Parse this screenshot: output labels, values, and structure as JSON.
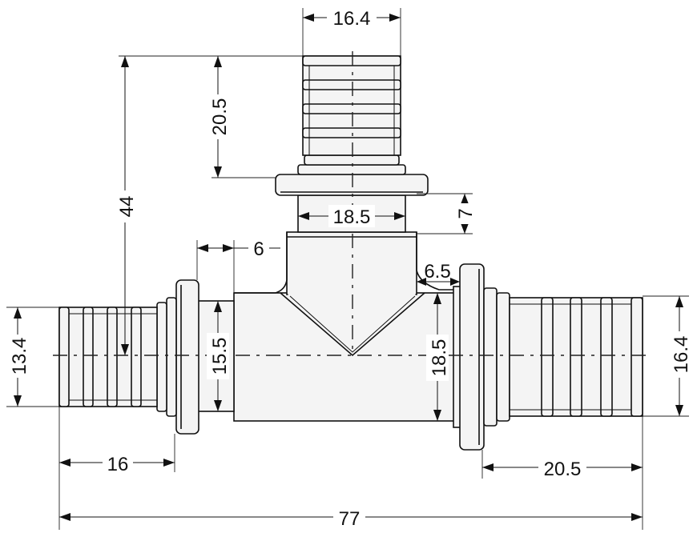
{
  "dimensions": {
    "top_width": "16.4",
    "top_height": "20.5",
    "overall_height": "44",
    "neck_width": "18.5",
    "neck_height": "7",
    "left_collar": "6",
    "right_collar": "6.5",
    "left_end_dia": "13.4",
    "left_body_dia": "15.5",
    "right_body_dia": "18.5",
    "right_end_dia": "16.4",
    "left_length": "16",
    "right_length": "20.5",
    "overall_length": "77"
  },
  "colors": {
    "line": "#111111",
    "body": "#f4f4f4"
  }
}
